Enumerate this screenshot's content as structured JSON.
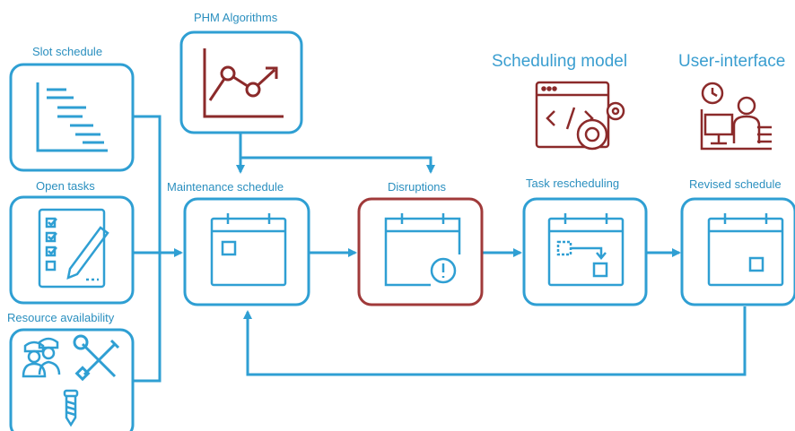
{
  "labels": {
    "slot_schedule": "Slot schedule",
    "open_tasks": "Open tasks",
    "resource_availability": "Resource availability",
    "phm_algorithms": "PHM Algorithms",
    "maintenance_schedule": "Maintenance schedule",
    "disruptions": "Disruptions",
    "task_rescheduling": "Task rescheduling",
    "revised_schedule": "Revised schedule",
    "scheduling_model": "Scheduling model",
    "user_interface": "User-interface"
  },
  "colors": {
    "blue": "#2f9fd3",
    "red": "#a03a3a",
    "dark_red": "#8b2a2a"
  },
  "icons": [
    "gantt-chart-icon",
    "checklist-pencil-icon",
    "workers-icon",
    "wrench-screwdriver-icon",
    "screw-icon",
    "trend-chart-icon",
    "calendar-icon",
    "calendar-alert-icon",
    "calendar-reschedule-icon",
    "code-gears-icon",
    "user-at-desk-icon"
  ]
}
